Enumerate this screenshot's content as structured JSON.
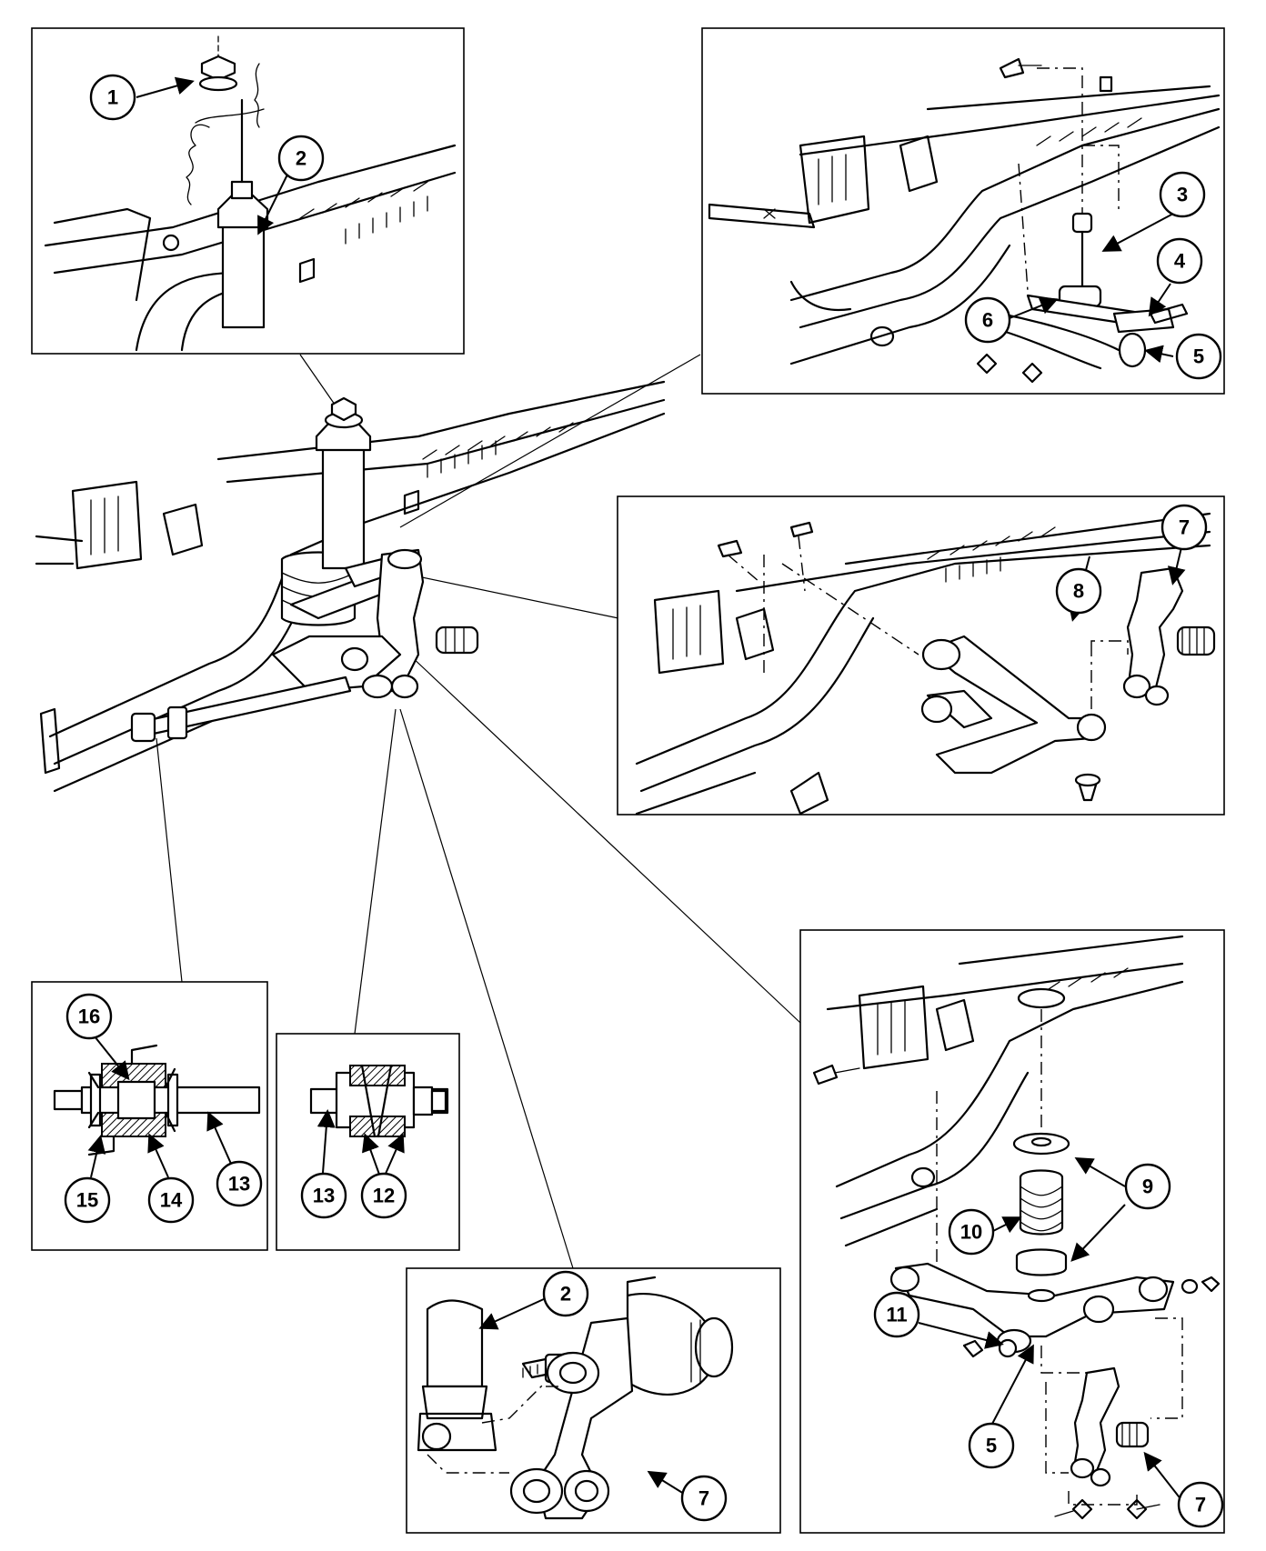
{
  "diagram": {
    "callouts": [
      {
        "id": "c1",
        "label": "1"
      },
      {
        "id": "c2a",
        "label": "2"
      },
      {
        "id": "c3",
        "label": "3"
      },
      {
        "id": "c4",
        "label": "4"
      },
      {
        "id": "c5a",
        "label": "5"
      },
      {
        "id": "c6",
        "label": "6"
      },
      {
        "id": "c7a",
        "label": "7"
      },
      {
        "id": "c8",
        "label": "8"
      },
      {
        "id": "c9",
        "label": "9"
      },
      {
        "id": "c10",
        "label": "10"
      },
      {
        "id": "c11",
        "label": "11"
      },
      {
        "id": "c5b",
        "label": "5"
      },
      {
        "id": "c7b",
        "label": "7"
      },
      {
        "id": "c16",
        "label": "16"
      },
      {
        "id": "c15",
        "label": "15"
      },
      {
        "id": "c14",
        "label": "14"
      },
      {
        "id": "c13a",
        "label": "13"
      },
      {
        "id": "c13b",
        "label": "13"
      },
      {
        "id": "c12",
        "label": "12"
      },
      {
        "id": "c2b",
        "label": "2"
      },
      {
        "id": "c7c",
        "label": "7"
      }
    ]
  }
}
